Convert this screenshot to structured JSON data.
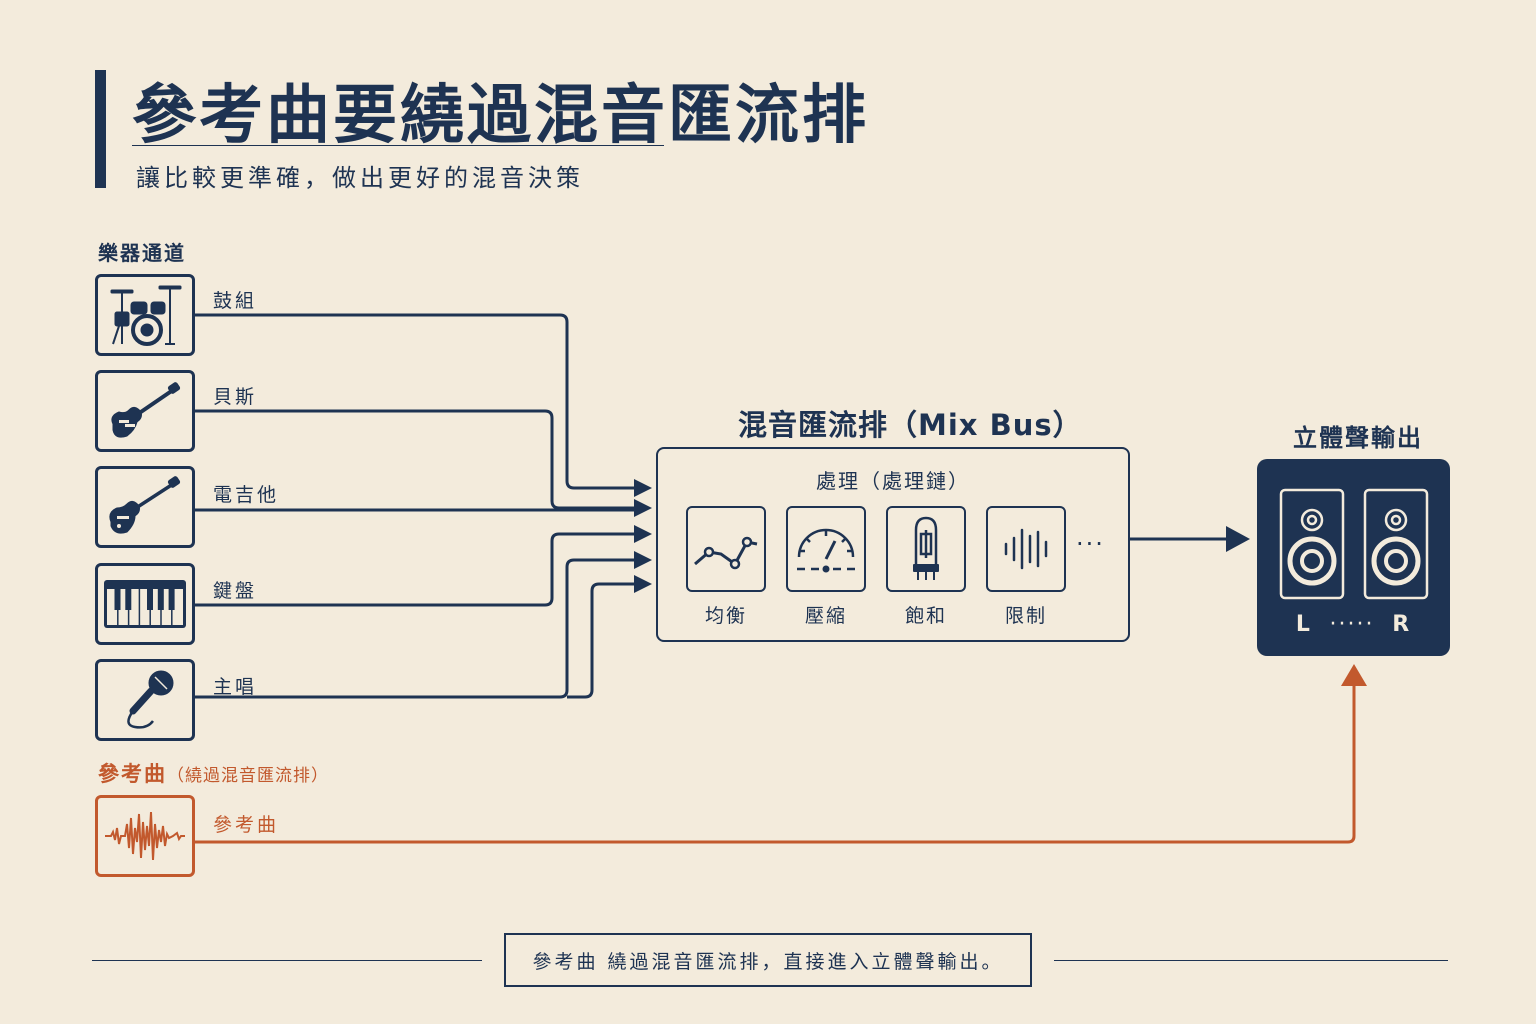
{
  "header": {
    "title": "參考曲要繞過混音匯流排",
    "subtitle": "讓比較更準確，做出更好的混音決策"
  },
  "channels_section": {
    "label": "樂器通道",
    "channels": [
      {
        "label": "鼓組",
        "icon": "drum-kit-icon"
      },
      {
        "label": "貝斯",
        "icon": "bass-guitar-icon"
      },
      {
        "label": "電吉他",
        "icon": "electric-guitar-icon"
      },
      {
        "label": "鍵盤",
        "icon": "keyboard-icon"
      },
      {
        "label": "主唱",
        "icon": "microphone-icon"
      }
    ]
  },
  "mix_bus": {
    "title": "混音匯流排（Mix Bus）",
    "processing_title": "處理（處理鏈）",
    "processors": [
      {
        "label": "均衡",
        "icon": "eq-curve-icon"
      },
      {
        "label": "壓縮",
        "icon": "compressor-meter-icon"
      },
      {
        "label": "飽和",
        "icon": "vacuum-tube-icon"
      },
      {
        "label": "限制",
        "icon": "limiter-waveform-icon"
      }
    ],
    "more": "···"
  },
  "output": {
    "title": "立體聲輸出",
    "left": "L",
    "dots": "·····",
    "right": "R",
    "icon": "stereo-speakers-icon"
  },
  "reference": {
    "section_title": "參考曲",
    "section_note": "（繞過混音匯流排）",
    "label": "參考曲",
    "icon": "waveform-icon"
  },
  "footer": {
    "caption": "參考曲 繞過混音匯流排，直接進入立體聲輸出。"
  },
  "colors": {
    "background": "#f3ebdc",
    "navy": "#1e3352",
    "reference_orange": "#c2592d"
  }
}
